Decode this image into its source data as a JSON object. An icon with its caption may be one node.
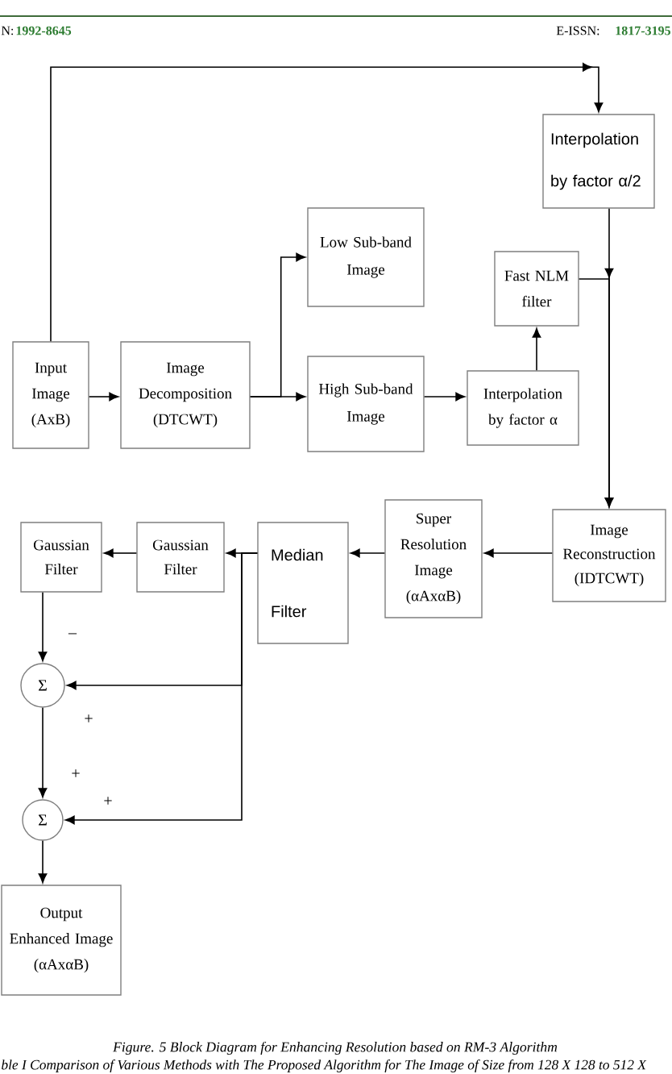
{
  "diagram": {
    "caption": "Figure. 5 Block Diagram for Enhancing Resolution based on RM-3 Algorithm",
    "nodes": [
      {
        "text": [
          "Input Image (AxB)"
        ]
      },
      {
        "text": [
          "Image Decomposition (DTCWT)"
        ]
      },
      {
        "text": [
          "Low Sub-band Image"
        ]
      },
      {
        "text": [
          "High Sub-band Image"
        ]
      },
      {
        "text": [
          "Interpolation by factor α"
        ]
      },
      {
        "text": [
          "Fast NLM filter"
        ]
      },
      {
        "text": [
          "Interpolation by factor α/2"
        ]
      },
      {
        "text": [
          "Image Reconstruction (IDTCWT)"
        ]
      },
      {
        "text": [
          "Super Resolution Image (αAxαB)"
        ]
      },
      {
        "text": [
          "Median Filter"
        ]
      },
      {
        "text": [
          "Gaussian Filter"
        ]
      },
      {
        "text": [
          "Gaussian Filter"
        ]
      },
      {
        "text": [
          "Σ"
        ]
      },
      {
        "text": [
          "Σ"
        ]
      },
      {
        "text": [
          "Output Enhanced Image (αAxαB)"
        ]
      }
    ],
    "edges": [
      {
        "from": 0,
        "to": 6,
        "arrow": "to"
      },
      {
        "from": 0,
        "to": 1,
        "arrow": "to"
      },
      {
        "from": 1,
        "to": 2,
        "arrow": "to"
      },
      {
        "from": 1,
        "to": 3,
        "arrow": "to"
      },
      {
        "from": 3,
        "to": 4,
        "arrow": "to"
      },
      {
        "from": 4,
        "to": 5,
        "arrow": "to"
      },
      {
        "from": 5,
        "to": 7,
        "arrow": "to"
      },
      {
        "from": 6,
        "to": 7,
        "arrow": "to"
      },
      {
        "from": 7,
        "to": 8,
        "arrow": "to"
      },
      {
        "from": 8,
        "to": 9,
        "arrow": "to"
      },
      {
        "from": 9,
        "to": 10,
        "arrow": "to"
      },
      {
        "from": 10,
        "to": 11,
        "arrow": "to"
      },
      {
        "from": 11,
        "to": 12,
        "arrow": "to",
        "label": "–"
      },
      {
        "from": 9,
        "to": 12,
        "arrow": "to",
        "label": "+"
      },
      {
        "from": 9,
        "to": 13,
        "arrow": "to",
        "label": "+"
      },
      {
        "from": 12,
        "to": 13,
        "arrow": "to",
        "label": "+"
      },
      {
        "from": 13,
        "to": 14,
        "arrow": "to"
      }
    ],
    "labels": [
      "N:",
      "1992-8645",
      "E-ISSN:",
      "1817-3195",
      "ble I Comparison of Various Methods with The Proposed Algorithm for The Image of Size from 128 X 128 to 512 X"
    ]
  }
}
